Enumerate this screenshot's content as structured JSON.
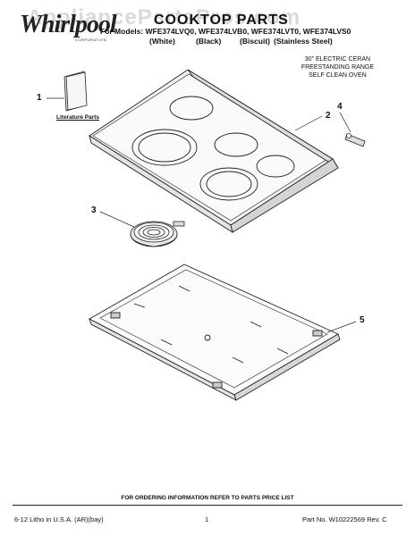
{
  "header": {
    "watermark": "AppliancePartsPros.com",
    "brand": "Whirlpool",
    "brand_sub": "CORPORATION",
    "title": "COOKTOP PARTS",
    "models_line": "For Models: WFE374LVQ0, WFE374LVB0, WFE374LVT0, WFE374LVS0",
    "finishes": [
      "(White)",
      "(Black)",
      "(Biscuit)",
      "(Stainless Steel)"
    ]
  },
  "description": [
    "30\" ELECTRIC CERAN",
    "FREESTANDING RANGE",
    "SELF CLEAN OVEN"
  ],
  "callouts": [
    "1",
    "2",
    "3",
    "4",
    "5"
  ],
  "literature_label": "Literature Parts",
  "footer": {
    "order_info": "FOR ORDERING INFORMATION REFER TO PARTS PRICE LIST",
    "litho": "6-12 Litho in U.S.A. (AR)(bay)",
    "page": "1",
    "part_no": "Part No. W10222569 Rev. C"
  }
}
